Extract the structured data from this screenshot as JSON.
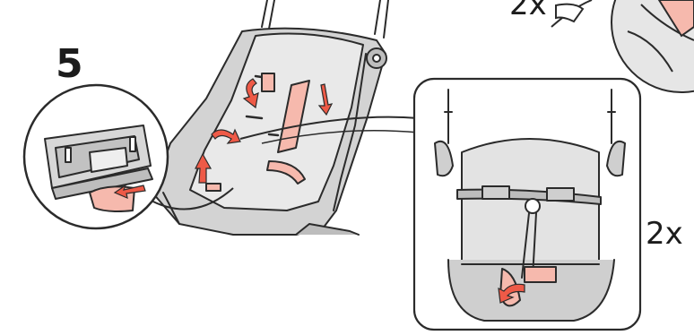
{
  "step": {
    "number": "5"
  },
  "multipliers": {
    "top": "2x",
    "right": "2x"
  },
  "colors": {
    "outline": "#2b2b2b",
    "seat_fill": "#e6e6e6",
    "frame_fill": "#cfcfcf",
    "strap_fill": "#f6b9ad",
    "arrow_fill": "#ee5a47"
  }
}
